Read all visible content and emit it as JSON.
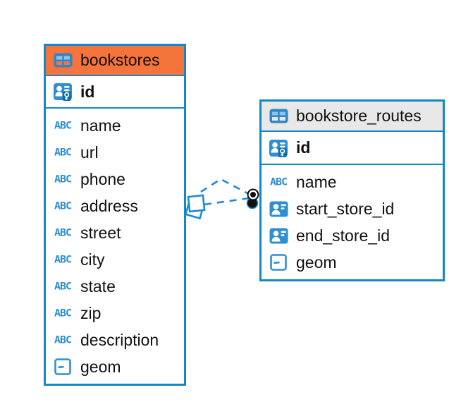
{
  "colors": {
    "table_border_blue": "#1487c9",
    "header_orange": "#f4743c",
    "header_gray": "#e8e8e8",
    "icon_blue": "#2e8fd2",
    "relation_line_blue": "#1e8bd0",
    "text": "#111111"
  },
  "tables": [
    {
      "title": "bookstores",
      "primary_key": "id",
      "columns": [
        "name",
        "url",
        "phone",
        "address",
        "street",
        "city",
        "state",
        "zip",
        "description",
        "geom"
      ]
    },
    {
      "title": "bookstore_routes",
      "primary_key": "id",
      "columns": [
        "name",
        "start_store_id",
        "end_store_id",
        "geom"
      ]
    }
  ]
}
